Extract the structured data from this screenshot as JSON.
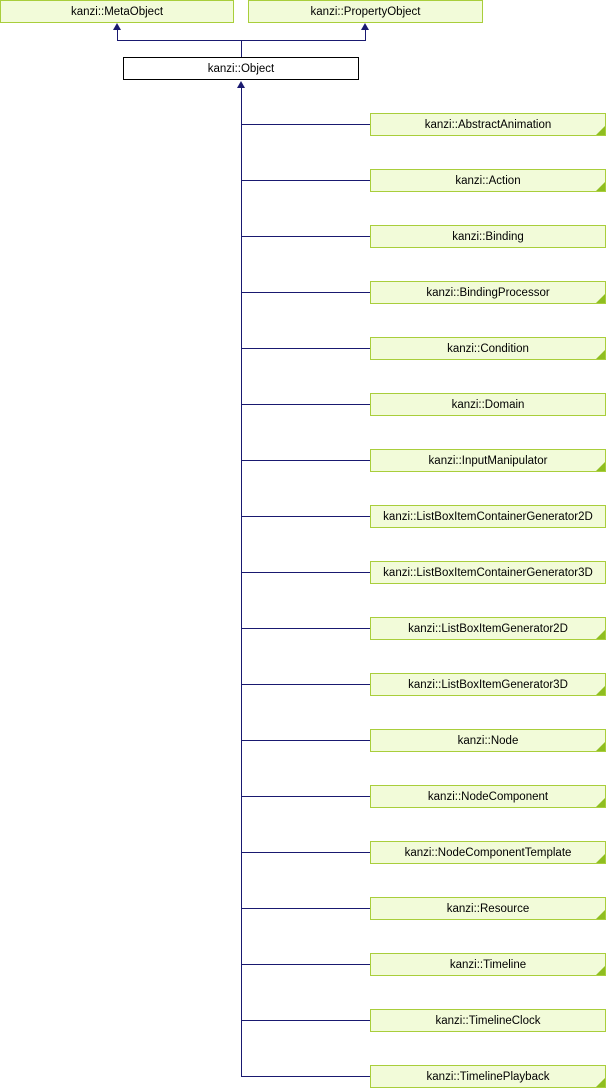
{
  "colors": {
    "node_fill": "#f2fbd9",
    "node_border": "#a9ce3b",
    "corner_color": "#8fbe21",
    "edge_color": "#191970",
    "root_fill": "#ffffff",
    "root_border": "#000000",
    "text_color": "#000000"
  },
  "parents": [
    {
      "label": "kanzi::MetaObject"
    },
    {
      "label": "kanzi::PropertyObject"
    }
  ],
  "root": {
    "label": "kanzi::Object"
  },
  "children": [
    {
      "label": "kanzi::AbstractAnimation",
      "has_more_derived": true
    },
    {
      "label": "kanzi::Action",
      "has_more_derived": true
    },
    {
      "label": "kanzi::Binding",
      "has_more_derived": false
    },
    {
      "label": "kanzi::BindingProcessor",
      "has_more_derived": true
    },
    {
      "label": "kanzi::Condition",
      "has_more_derived": true
    },
    {
      "label": "kanzi::Domain",
      "has_more_derived": false
    },
    {
      "label": "kanzi::InputManipulator",
      "has_more_derived": true
    },
    {
      "label": "kanzi::ListBoxItemContainerGenerator2D",
      "has_more_derived": false
    },
    {
      "label": "kanzi::ListBoxItemContainerGenerator3D",
      "has_more_derived": false
    },
    {
      "label": "kanzi::ListBoxItemGenerator2D",
      "has_more_derived": true
    },
    {
      "label": "kanzi::ListBoxItemGenerator3D",
      "has_more_derived": true
    },
    {
      "label": "kanzi::Node",
      "has_more_derived": true
    },
    {
      "label": "kanzi::NodeComponent",
      "has_more_derived": true
    },
    {
      "label": "kanzi::NodeComponentTemplate",
      "has_more_derived": true
    },
    {
      "label": "kanzi::Resource",
      "has_more_derived": true
    },
    {
      "label": "kanzi::Timeline",
      "has_more_derived": true
    },
    {
      "label": "kanzi::TimelineClock",
      "has_more_derived": false
    },
    {
      "label": "kanzi::TimelinePlayback",
      "has_more_derived": true
    }
  ]
}
